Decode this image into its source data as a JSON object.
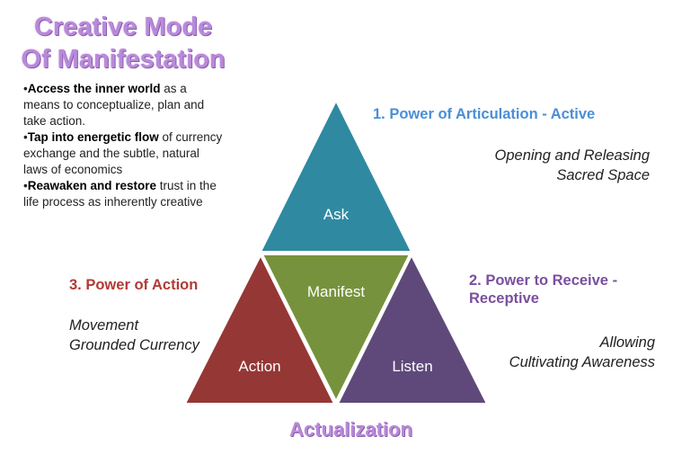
{
  "title": {
    "line1": "Creative Mode",
    "line2": "Of Manifestation"
  },
  "bullets": [
    {
      "bold": "Access the inner world",
      "rest": " as a means to conceptualize, plan and take action."
    },
    {
      "bold": "Tap into energetic flow",
      "rest": " of currency exchange and the subtle, natural laws of economics"
    },
    {
      "bold": "Reawaken and restore",
      "rest": " trust in the life process as inherently creative"
    }
  ],
  "headings": {
    "articulation": "1. Power of Articulation - Active",
    "receive": "2. Power to Receive - Receptive",
    "action": "3. Power of Action"
  },
  "subtexts": {
    "articulation": [
      "Opening and Releasing",
      "Sacred Space"
    ],
    "receive": [
      "Allowing",
      "Cultivating Awareness"
    ],
    "action": [
      "Movement",
      "Grounded Currency"
    ]
  },
  "triangles": {
    "ask": {
      "label": "Ask",
      "color": "#2f8aa1"
    },
    "manifest": {
      "label": "Manifest",
      "color": "#76923c"
    },
    "action": {
      "label": "Action",
      "color": "#953735"
    },
    "listen": {
      "label": "Listen",
      "color": "#5f497a"
    }
  },
  "footer": "Actualization",
  "colors": {
    "title": "#b98ad9",
    "heading_blue": "#4a8fd6",
    "heading_purple": "#7a4fa0",
    "heading_red": "#b23a35"
  }
}
